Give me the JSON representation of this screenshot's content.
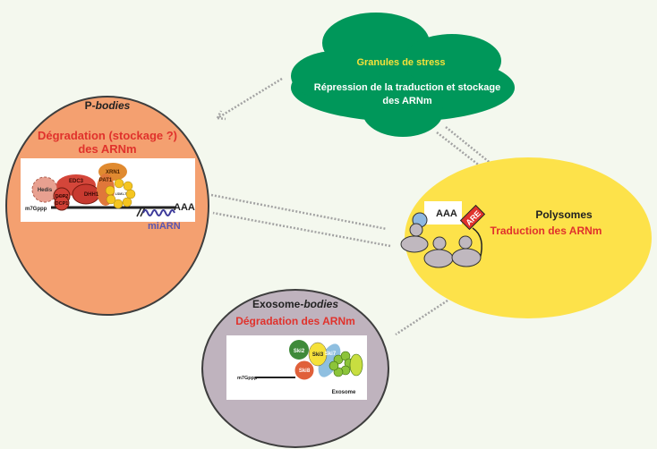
{
  "stress_granules": {
    "title": "Granules de stress",
    "subtitle_line1": "Répression de la traduction et stockage",
    "subtitle_line2": "des ARNm"
  },
  "p_bodies": {
    "title_prefix": "P-",
    "title_italic": "bodies",
    "subtitle_line1": "Dégradation (stockage ?)",
    "subtitle_line2": "des ARNm",
    "labels": {
      "cap": "m7Gppp",
      "hedis": "Hedis",
      "edc3": "EDC3",
      "dcp2": "DCP2",
      "dcp1": "DCP1",
      "dhh1": "DHH1",
      "xrn1": "XRN1",
      "pat1": "PAT1",
      "lsm": "LSM1-7",
      "polyA": "AAA",
      "mirna": "miARN"
    }
  },
  "polysomes": {
    "title": "Polysomes",
    "subtitle": "Traduction des ARNm",
    "polyA": "AAA",
    "are": "ARE"
  },
  "exosome_bodies": {
    "title_prefix": "Exosome-",
    "title_italic": "bodies",
    "subtitle": "Dégradation des ARNm",
    "labels": {
      "cap": "m7Gppp",
      "ski2": "Ski2",
      "ski3": "Ski3",
      "ski7": "Ski7",
      "ski8": "Ski8",
      "exosome": "Exosome"
    }
  },
  "colors": {
    "background": "#f4f8ee",
    "p_bodies": "#f4a070",
    "stress_granules": "#00975a",
    "polysomes": "#fde24a",
    "exosome_bodies": "#bfb3be",
    "accent_red": "#e0322c",
    "accent_yellow": "#f5e13a",
    "mirna_blue": "#5a55b0"
  }
}
